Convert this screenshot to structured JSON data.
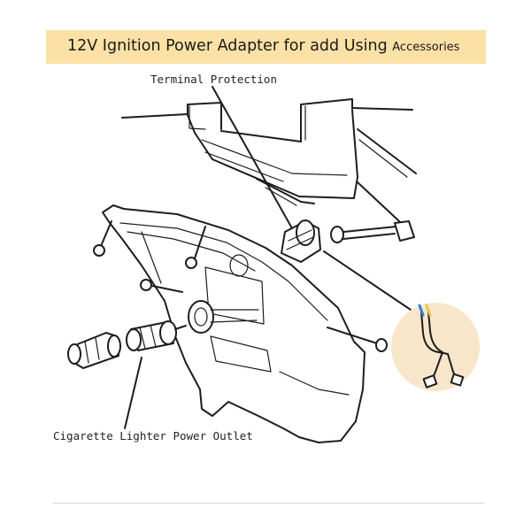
{
  "banner": {
    "title": "12V Ignition Power Adapter for add Using ",
    "title_small": "Accessories",
    "color": "#fbe1a6"
  },
  "callouts": {
    "terminal": "Terminal Protection",
    "outlet": "Cigarette Lighter Power Outlet"
  },
  "inset": {
    "color": "#f7e6c9",
    "wire_colors": [
      "#2f7fd8",
      "#e6c84a"
    ]
  }
}
